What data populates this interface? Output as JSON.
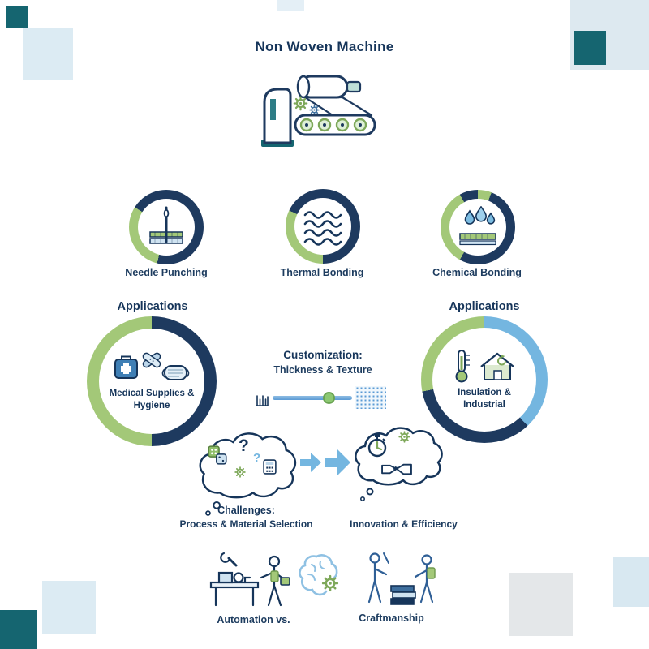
{
  "title": "Non Woven Machine",
  "machine": {
    "icon": "nonwoven-machine-icon"
  },
  "processes": [
    {
      "label": "Needle Punching",
      "icon": "needle-punching-icon"
    },
    {
      "label": "Thermal Bonding",
      "icon": "thermal-bonding-waves-icon"
    },
    {
      "label": "Chemical Bonding",
      "icon": "chemical-bonding-droplets-icon"
    }
  ],
  "applications": {
    "left": {
      "heading": "Applications",
      "label": "Medical Supplies & Hygiene",
      "icons": [
        "first-aid-kit-icon",
        "bandage-icon",
        "face-mask-icon"
      ]
    },
    "right": {
      "heading": "Applications",
      "label": "Insulation & Industrial",
      "icons": [
        "thermometer-icon",
        "eco-house-icon"
      ]
    }
  },
  "customization": {
    "heading": "Customization:",
    "subheading": "Thickness & Texture",
    "icons": [
      "ruler-icon",
      "slider-knob",
      "texture-swatch"
    ]
  },
  "flow": {
    "left_cloud": {
      "heading": "Challenges:",
      "label": "Process & Material Selection",
      "q1": "?",
      "q2": "?",
      "icons": [
        "dice-icon",
        "question-marks",
        "calculator-icon",
        "thought-cloud"
      ]
    },
    "arrows": [
      "right-arrow",
      "right-arrow"
    ],
    "right_cloud": {
      "label": "Innovation & Efficiency",
      "icons": [
        "stopwatch-icon",
        "gear-icon",
        "handshake-icon",
        "thought-cloud"
      ]
    }
  },
  "comparison": {
    "left_label": "Automation vs.",
    "right_label": "Craftmanship",
    "icons": [
      "worker-workbench-icon",
      "brain-gear-icon",
      "craftsmen-stack-icon"
    ]
  },
  "colors": {
    "navy": "#16355a",
    "green": "#a3c878",
    "light_blue": "#74b6e0",
    "teal": "#156570",
    "pale_blue": "#dcebf3"
  }
}
